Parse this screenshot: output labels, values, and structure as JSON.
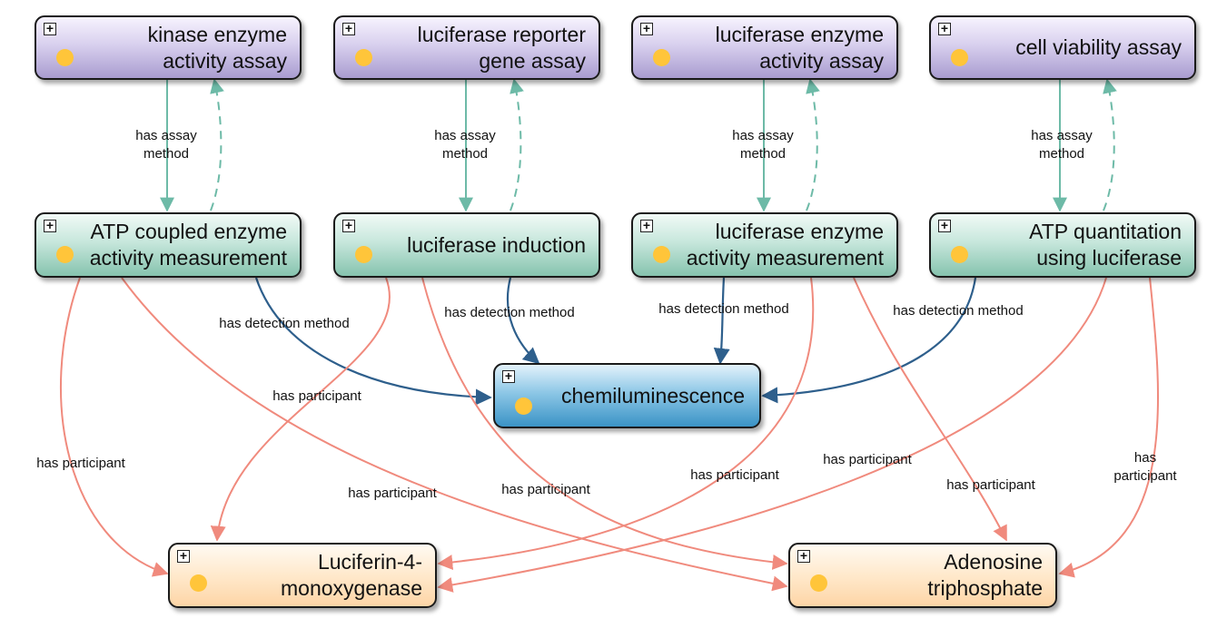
{
  "nodes": {
    "kinase_assay": {
      "label": "kinase enzyme\nactivity assay"
    },
    "luciferase_reporter": {
      "label": "luciferase reporter\ngene assay"
    },
    "luciferase_enzyme_assay": {
      "label": "luciferase enzyme\nactivity assay"
    },
    "cell_viability": {
      "label": "cell viability assay"
    },
    "atp_coupled": {
      "label": "ATP coupled enzyme\nactivity measurement"
    },
    "luciferase_induction": {
      "label": "luciferase induction"
    },
    "luciferase_enzyme_measurement": {
      "label": "luciferase enzyme\nactivity measurement"
    },
    "atp_quantitation": {
      "label": "ATP quantitation\nusing luciferase"
    },
    "chemiluminescence": {
      "label": "chemiluminescence"
    },
    "luciferin": {
      "label": "Luciferin-4-\nmonoxygenase"
    },
    "adenosine": {
      "label": "Adenosine\ntriphosphate"
    }
  },
  "edge_labels": {
    "assay_1": "has assay\nmethod",
    "assay_2": "has assay\nmethod",
    "assay_3": "has assay\nmethod",
    "assay_4": "has assay\nmethod",
    "detection_1": "has detection method",
    "detection_2": "has detection method",
    "detection_3": "has detection method",
    "detection_4": "has detection method",
    "participant_1": "has participant",
    "participant_2": "has participant",
    "participant_3": "has participant",
    "participant_4": "has participant",
    "participant_5": "has participant",
    "participant_6": "has participant",
    "participant_7": "has participant",
    "participant_8": "has participant"
  },
  "colors": {
    "assay_edge": "#6dbaa7",
    "detection_edge": "#2e5f8c",
    "participant_edge": "#f08a7d",
    "marker_dot": "#ffc53a"
  }
}
